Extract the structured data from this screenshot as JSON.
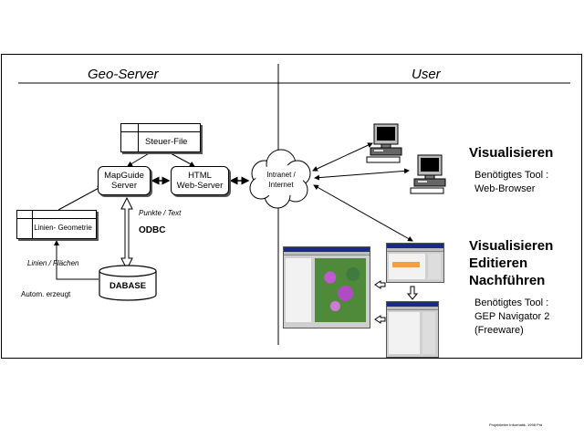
{
  "headers": {
    "left": "Geo-Server",
    "right": "User"
  },
  "nodes": {
    "steuer_file": "Steuer-File",
    "mapguide_server": [
      "MapGuide",
      "Server"
    ],
    "html_web_server": [
      "HTML",
      "Web-Server"
    ],
    "linien_geometrie": "Linien- Geometrie",
    "dabase": "DABASE",
    "network": [
      "Intranet /",
      "Internet"
    ]
  },
  "labels": {
    "punkte_text": "Punkte / Text",
    "odbc": "ODBC",
    "linien_flaechen": "Linien / Flächen",
    "autom_erzeugt": "Autom. erzeugt"
  },
  "visualisieren": {
    "title": "Visualisieren",
    "tool_label": "Benötigtes Tool :",
    "tool_value": "Web-Browser"
  },
  "editieren": {
    "titles": [
      "Visualisieren",
      "Editieren",
      "Nachführen"
    ],
    "tool_label": "Benötigtes Tool :",
    "tool_lines": [
      "GEP Navigator 2",
      "(Freeware)"
    ]
  },
  "footer": "Projektleiter Informatik, 1998 Prä"
}
